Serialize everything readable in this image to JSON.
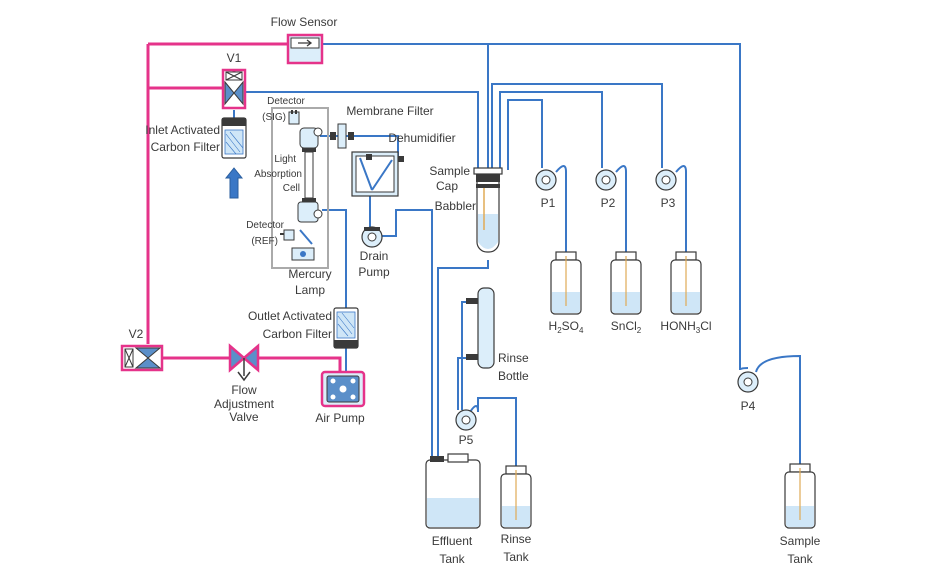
{
  "labels": {
    "flow_sensor": "Flow Sensor",
    "v1": "V1",
    "v2": "V2",
    "inlet_filter_1": "Inlet Activated",
    "inlet_filter_2": "Carbon Filter",
    "detector_sig_1": "Detector",
    "detector_sig_2": "(SIG)",
    "light_abs_1": "Light",
    "light_abs_2": "Absorption",
    "light_abs_3": "Cell",
    "detector_ref_1": "Detector",
    "detector_ref_2": "(REF)",
    "mercury_lamp_1": "Mercury",
    "mercury_lamp_2": "Lamp",
    "membrane_filter": "Membrane Filter",
    "dehumidifier": "Dehumidifier",
    "drain_pump_1": "Drain",
    "drain_pump_2": "Pump",
    "sample_cap_1": "Sample",
    "sample_cap_2": "Cap",
    "babbler": "Babbler",
    "p1": "P1",
    "p2": "P2",
    "p3": "P3",
    "p4": "P4",
    "p5": "P5",
    "h2so4_base": "H",
    "h2so4_sub": "2",
    "h2so4_rest": "SO",
    "h2so4_sub2": "4",
    "sncl2_base": "SnCl",
    "sncl2_sub": "2",
    "honh3cl_base": "HONH",
    "honh3cl_sub": "3",
    "honh3cl_rest": "Cl",
    "outlet_filter_1": "Outlet Activated",
    "outlet_filter_2": "Carbon Filter",
    "flow_adj_1": "Flow",
    "flow_adj_2": "Adjustment",
    "flow_adj_3": "Valve",
    "air_pump": "Air Pump",
    "rinse_bottle_1": "Rinse",
    "rinse_bottle_2": "Bottle",
    "effluent_tank_1": "Effluent",
    "effluent_tank_2": "Tank",
    "rinse_tank_1": "Rinse",
    "rinse_tank_2": "Tank",
    "sample_tank_1": "Sample",
    "sample_tank_2": "Tank"
  },
  "colors": {
    "air_line": "#e5338a",
    "liquid_line": "#3a77c6",
    "liquid_fill": "#cfe6f7",
    "component_fill": "#dceefa",
    "valve_fill": "#5b8fc9"
  }
}
